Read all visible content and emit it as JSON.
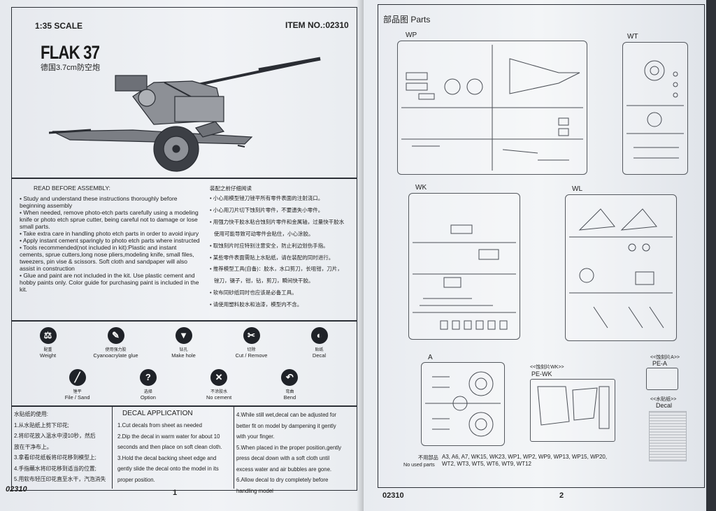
{
  "left_page": {
    "scale": "1:35 SCALE",
    "item": "ITEM  NO.:02310",
    "title": "FLAK 37",
    "subtitle_cn": "德国3.7cm防空炮",
    "read_heading": "READ BEFORE ASSEMBLY:",
    "en_items": [
      "• Study and understand these instructions thoroughly before beginning assembly",
      "• When needed, remove photo-etch parts carefully using a modeling knife or photo etch sprue cutter, being careful not to damage or lose small parts.",
      "• Take extra care in handling photo etch parts in order to avoid injury",
      "• Apply instant cement sparingly to photo etch parts where instructed",
      "• Tools recommended(not included in kit):Plastic and instant cements, sprue cutters,long nose pliers,modeling knife, small files, tweezers, pin vise & scissors. Soft cloth and sandpaper will also assist in construction",
      "• Glue and paint are not included in the kit. Use plastic cement and hobby paints only. Color guide for purchasing paint is included in the kit."
    ],
    "cn_heading": "装配之前仔细阅读",
    "cn_items": [
      "• 小心用模型锉刀锉平所有零件表面的注射浇口。",
      "• 小心用刀片切下蚀刻片零件，不要遗失小零件。",
      "• 用强力快干胶水粘合蚀刻片零件和金属轴，过量快干胶水",
      "使用可能导致可动零件会粘住，小心涂胶。",
      "• 取蚀刻片时应特别注意安全，防止利边划伤手指。",
      "• 某些零件表面需贴上水贴纸，请在装配的同时进行。",
      "• 推荐模型工具(自备)：胶水，水口剪刀，长咀钳，刀片，",
      "锉刀，镊子，钳，钻，剪刀，瞬间快干胶。",
      "• 软布同砂纸同时也应该是必备工具。",
      "• 请使用塑料胶水和油漆，模型内不含。"
    ],
    "icons_row1": [
      {
        "icon": "weight-icon",
        "glyph": "⚖",
        "cn": "配重",
        "en": "Weight"
      },
      {
        "icon": "glue-icon",
        "glyph": "✎",
        "cn": "使用强力胶",
        "en": "Cyanoacrylate glue"
      },
      {
        "icon": "drill-icon",
        "glyph": "▼",
        "cn": "钻孔",
        "en": "Make hole"
      },
      {
        "icon": "cut-icon",
        "glyph": "✂",
        "cn": "切除",
        "en": "Cut / Remove"
      },
      {
        "icon": "decal-icon",
        "glyph": "◐",
        "cn": "贴纸",
        "en": "Decal"
      }
    ],
    "icons_row2": [
      {
        "icon": "file-icon",
        "glyph": "╱",
        "cn": "锉平",
        "en": "File / Sand"
      },
      {
        "icon": "option-icon",
        "glyph": "?",
        "cn": "选择",
        "en": "Option"
      },
      {
        "icon": "no-cement-icon",
        "glyph": "✕",
        "cn": "不涂胶水",
        "en": "No cement"
      },
      {
        "icon": "bend-icon",
        "glyph": "↶",
        "cn": "弯曲",
        "en": "Bend"
      }
    ],
    "decal_cn_heading": "水贴纸的使用:",
    "decal_cn": [
      "1.从水贴纸上剪下印花;",
      "2.将印花放入温水中浸10秒，然后",
      "  放在干净布上。",
      "3.拿看印花纸板将印花移到模型上;",
      "4.手指蘸水将印花移到适当的位置;",
      "5.用软布轻压印花直至水干，汽泡消失"
    ],
    "decal_heading": "DECAL APPLICATION",
    "decal_en_1": [
      "1.Cut decals from sheet as needed",
      "2.Dip the decal in warm water for about 10",
      "   seconds and then place on soft clean cloth.",
      "3.Hold the decal backing sheet edge and",
      "   gently slide the decal onto the model in its",
      "   proper position."
    ],
    "decal_en_2": [
      "4.While still wet,decal can be adjusted for",
      "   better fit on model by dampening it gently",
      "   with your finger.",
      "5.When placed in the proper position,gently",
      "   press decal down with a soft cloth until",
      "   excess water and air bubbles are gone.",
      "6.Allow decal to dry completely before",
      "   handling model"
    ],
    "footer_code": "02310",
    "page_number": "1"
  },
  "right_page": {
    "title": "部品图 Parts",
    "sprue_labels": {
      "wp": "WP",
      "wt": "WT",
      "wk": "WK",
      "wl": "WL",
      "a": "A"
    },
    "pe_wk_cn": "<<蚀刻片WK>>",
    "pe_wk": "PE-WK",
    "pe_a_cn": "<<蚀刻片A>>",
    "pe_a": "PE-A",
    "decal_cn": "<<水贴纸>>",
    "decal": "Decal",
    "unused_cn": "不用部品",
    "unused_en": "No used parts",
    "unused_line1": "A3,  A6,  A7,  WK15,  WK23,  WP1,  WP2,  WP9,  WP13,  WP15,  WP20,",
    "unused_line2": "WT2,  WT3,  WT5,  WT6,  WT9,  WT12",
    "footer_code": "02310",
    "page_number": "2"
  }
}
